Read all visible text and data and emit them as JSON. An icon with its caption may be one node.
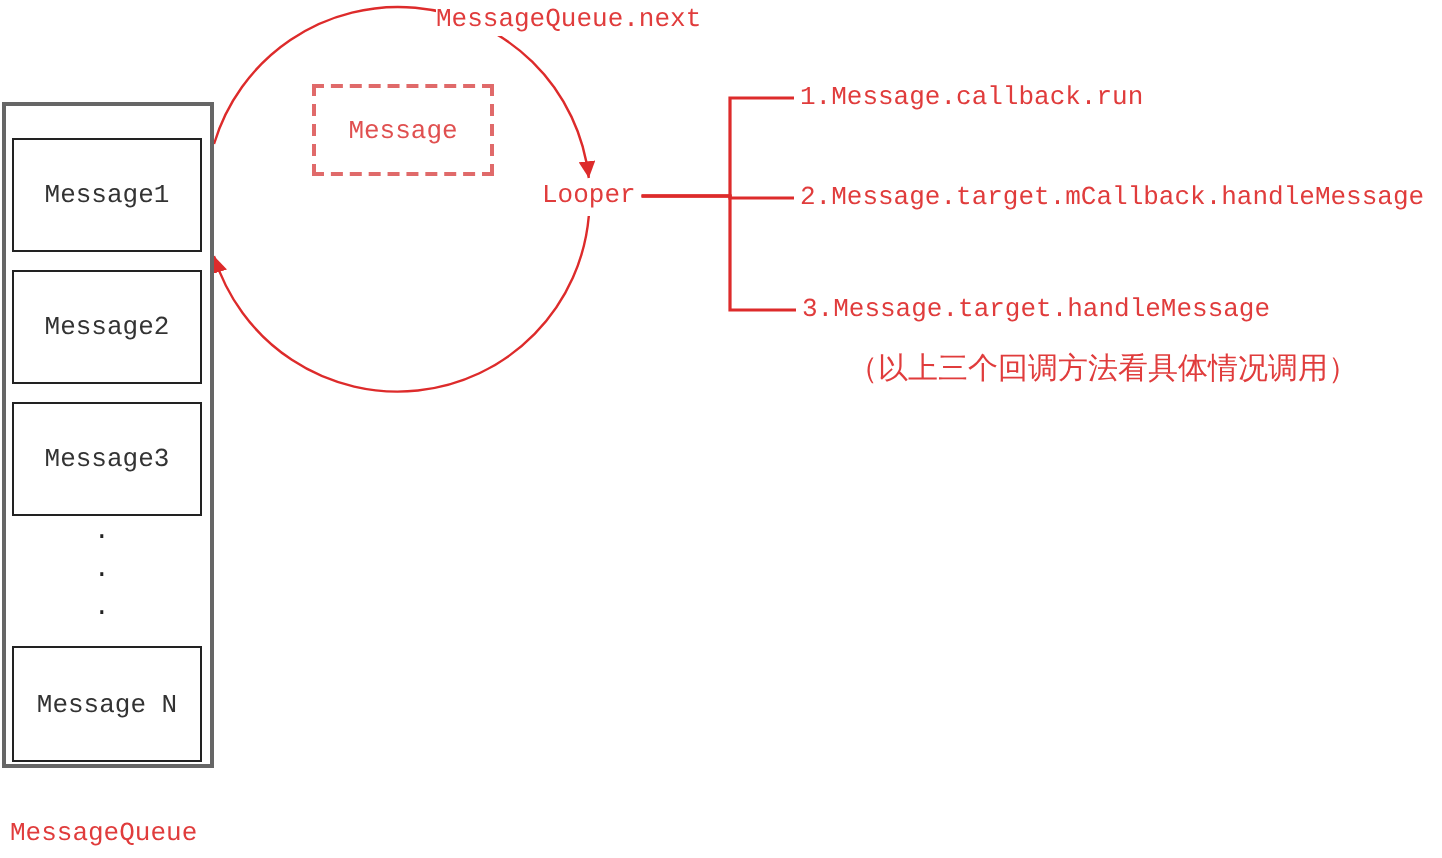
{
  "diagram": {
    "nodes": [
      {
        "text": [
          "MessageQueue"
        ]
      },
      {
        "text": [
          "Message1"
        ],
        "in": 0
      },
      {
        "text": [
          "Message2"
        ],
        "in": 0
      },
      {
        "text": [
          "Message3"
        ],
        "in": 0
      },
      {
        "text": [
          "Message N"
        ],
        "in": 0
      },
      {
        "text": [
          "Message"
        ]
      },
      {
        "text": [
          "Looper"
        ]
      },
      {
        "text": [
          "1.Message.callback.run"
        ]
      },
      {
        "text": [
          "2.Message.target.mCallback.handleMessage"
        ]
      },
      {
        "text": [
          "3.Message.target.handleMessage"
        ]
      }
    ],
    "edges": [
      {
        "from": 0,
        "to": 6,
        "arrow": "to",
        "label": "MessageQueue.next"
      },
      {
        "from": 6,
        "to": 0,
        "arrow": "to"
      },
      {
        "from": 6,
        "to": 7,
        "arrow": "none"
      },
      {
        "from": 6,
        "to": 8,
        "arrow": "none"
      },
      {
        "from": 6,
        "to": 9,
        "arrow": "none"
      }
    ],
    "labels": [
      "（以上三个回调方法看具体情况调用）",
      ".",
      ".",
      "."
    ]
  }
}
